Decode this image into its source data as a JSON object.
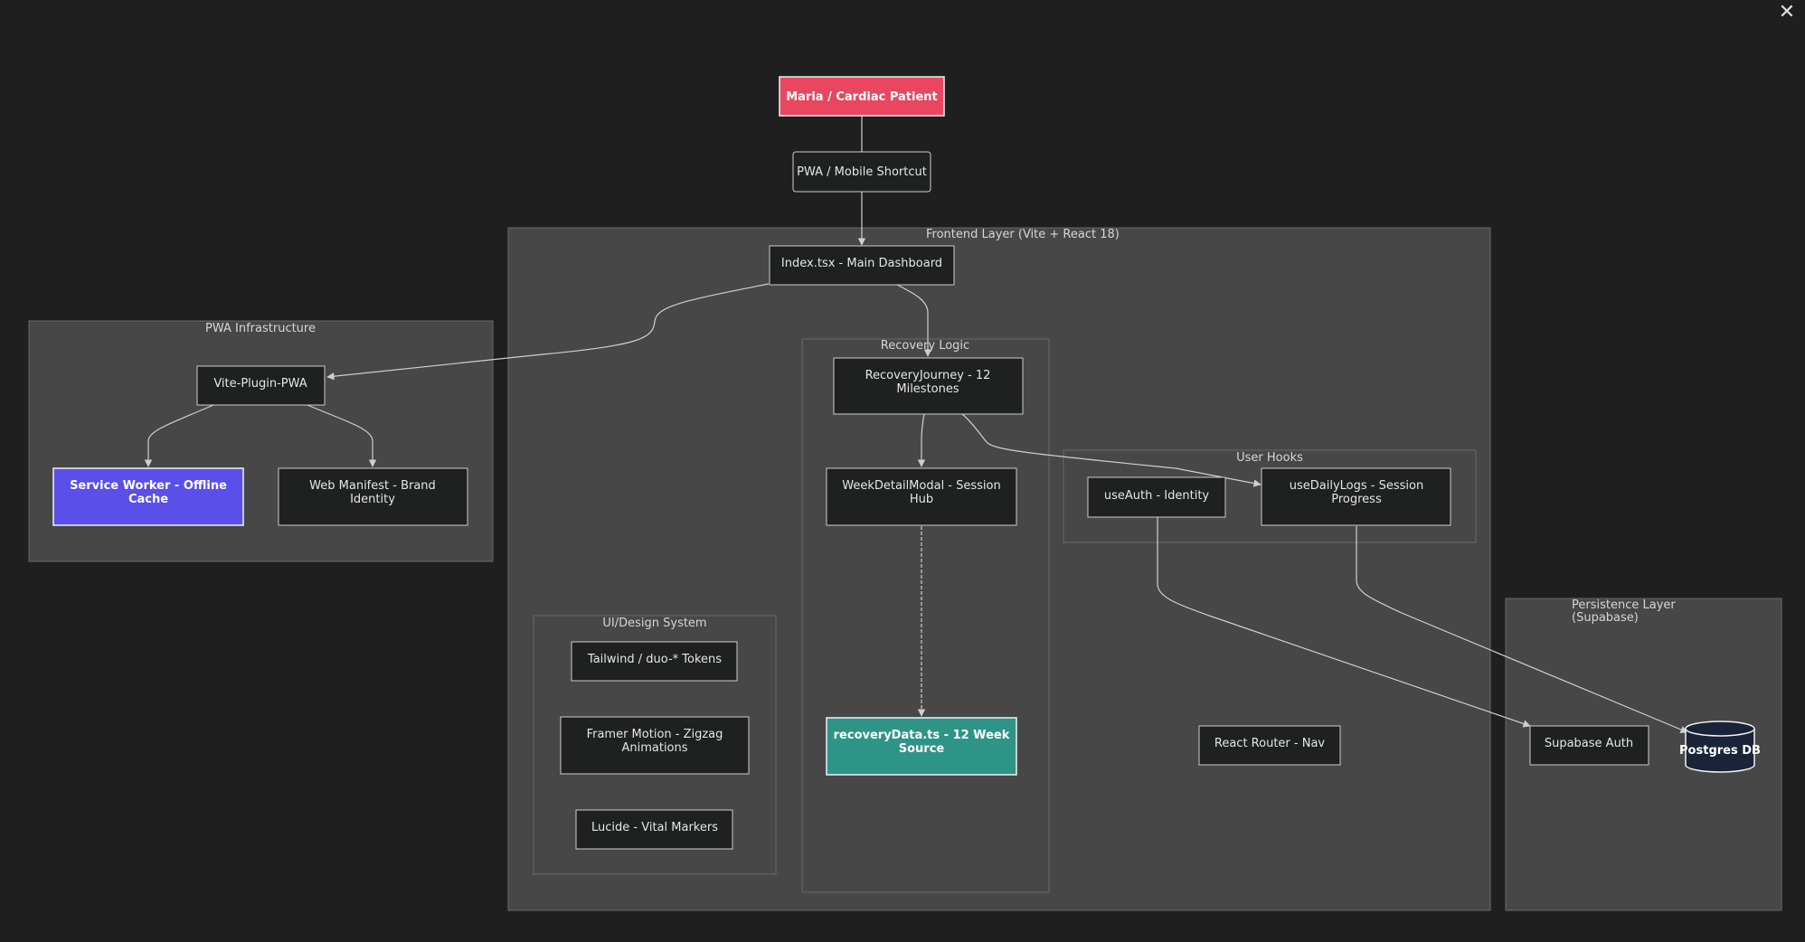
{
  "close_icon": "close-icon",
  "colors": {
    "background": "#1f1f1f",
    "cluster_fill": "#474747",
    "node_fill": "#1f2020",
    "node_stroke": "#cccccc",
    "patient": "#e8475f",
    "service_worker": "#5b4fe9",
    "recovery_data": "#2f9488",
    "postgres": "#1a2338"
  },
  "clusters": {
    "frontend": "Frontend Layer (Vite + React 18)",
    "pwa_infra": "PWA Infrastructure",
    "recovery_logic": "Recovery Logic",
    "user_hooks": "User Hooks",
    "ui_design": "UI/Design System",
    "persistence": {
      "line1": "Persistence Layer",
      "line2": "(Supabase)"
    }
  },
  "nodes": {
    "patient": "Maria / Cardiac Patient",
    "pwa_shortcut": "PWA / Mobile Shortcut",
    "index": "Index.tsx - Main Dashboard",
    "vite_plugin": "Vite-Plugin-PWA",
    "service_worker": {
      "line1": "Service Worker - Offline",
      "line2": "Cache"
    },
    "web_manifest": {
      "line1": "Web Manifest - Brand",
      "line2": "Identity"
    },
    "recovery_journey": {
      "line1": "RecoveryJourney - 12",
      "line2": "Milestones"
    },
    "week_detail": {
      "line1": "WeekDetailModal - Session",
      "line2": "Hub"
    },
    "recovery_data": {
      "line1": "recoveryData.ts - 12 Week",
      "line2": "Source"
    },
    "use_auth": "useAuth - Identity",
    "use_daily_logs": {
      "line1": "useDailyLogs - Session",
      "line2": "Progress"
    },
    "tailwind": "Tailwind / duo-* Tokens",
    "framer": {
      "line1": "Framer Motion - Zigzag",
      "line2": "Animations"
    },
    "lucide": "Lucide - Vital Markers",
    "react_router": "React Router - Nav",
    "supabase_auth": "Supabase Auth",
    "postgres": "Postgres DB"
  }
}
